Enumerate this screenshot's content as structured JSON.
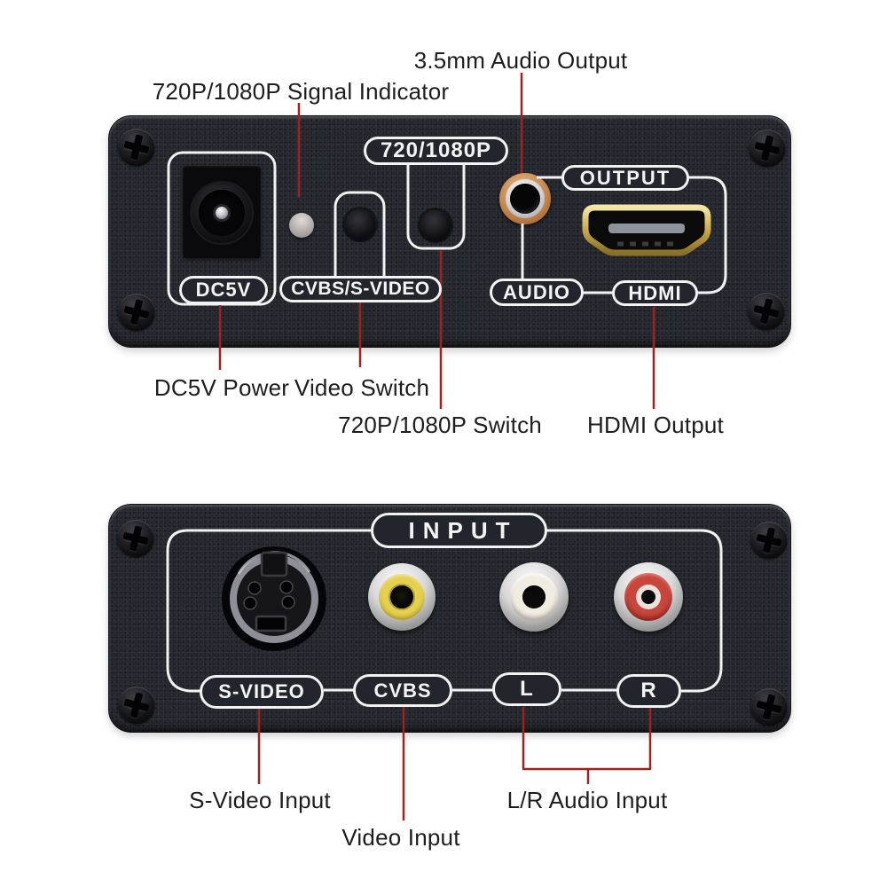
{
  "top_unit": {
    "labels": {
      "resolution_badge": "720/1080P",
      "output": "OUTPUT",
      "dc5v": "DC5V",
      "cvbs_svideo": "CVBS/S-VIDEO",
      "audio": "AUDIO",
      "hdmi": "HDMI"
    },
    "annotations": {
      "signal_indicator": "720P/1080P Signal Indicator",
      "audio_output": "3.5mm Audio Output",
      "dc_power": "DC5V Power",
      "video_switch": "Video Switch",
      "resolution_switch": "720P/1080P Switch",
      "hdmi_output": "HDMI Output"
    }
  },
  "bottom_unit": {
    "labels": {
      "input": "INPUT",
      "svideo": "S-VIDEO",
      "cvbs": "CVBS",
      "left": "L",
      "right": "R"
    },
    "annotations": {
      "svideo_input": "S-Video Input",
      "video_input": "Video Input",
      "lr_audio_input": "L/R Audio Input"
    }
  },
  "colors": {
    "background": "#ffffff",
    "device_body": "#23252c",
    "panel_outline": "#f2f2f2",
    "leader_line": "#9e2220",
    "annotation_text": "#1d1d1d",
    "audio_jack_ring": "#c98a4e",
    "hdmi_gold": "#c9a848",
    "rca_yellow": "#e6d04e",
    "rca_white": "#f0ece2",
    "rca_red": "#c8463c",
    "led_gray": "#b7b2b0"
  }
}
